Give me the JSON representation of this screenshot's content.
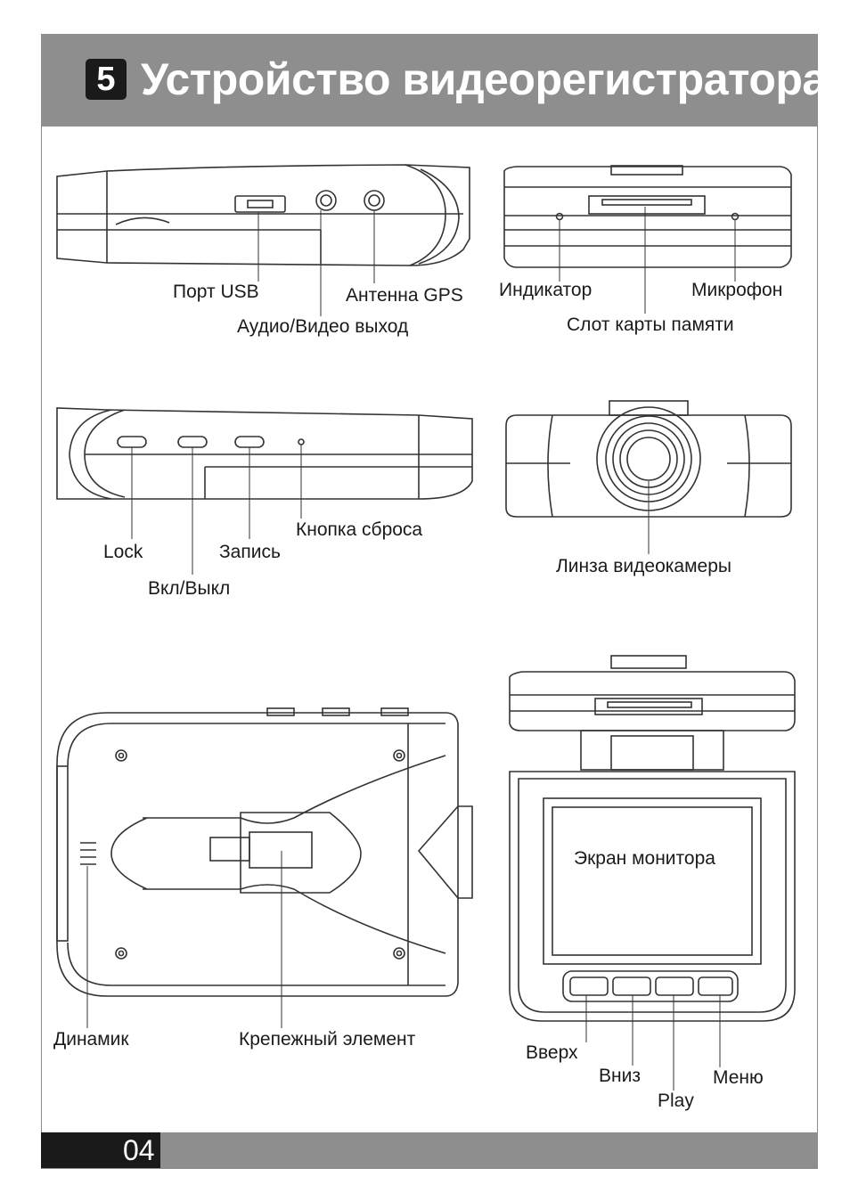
{
  "header": {
    "section_number": "5",
    "title": "Устройство видеорегистратора"
  },
  "labels": {
    "usb_port": "Порт USB",
    "gps_antenna": "Антенна GPS",
    "av_out": "Аудио/Видео выход",
    "indicator": "Индикатор",
    "microphone": "Микрофон",
    "card_slot": "Слот карты памяти",
    "lock": "Lock",
    "record": "Запись",
    "reset": "Кнопка сброса",
    "power": "Вкл/Выкл",
    "lens": "Линза видеокамеры",
    "speaker": "Динамик",
    "mount": "Крепежный элемент",
    "screen": "Экран монитора",
    "up": "Вверх",
    "down": "Вниз",
    "play": "Play",
    "menu": "Меню"
  },
  "footer": {
    "page_number": "04"
  }
}
